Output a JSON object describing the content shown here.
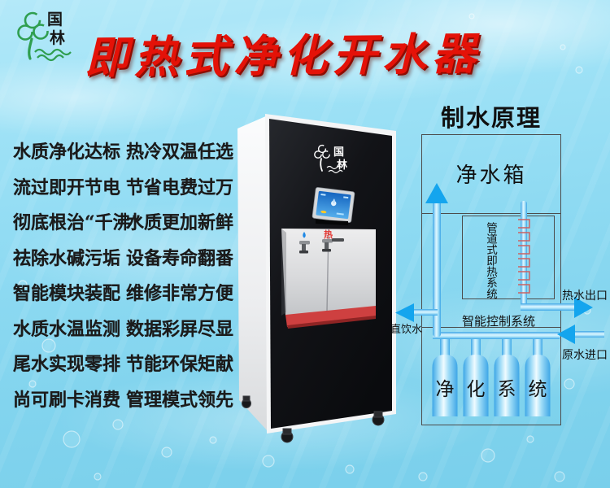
{
  "brand": {
    "char1": "国",
    "char2": "林"
  },
  "title": "即热式净化开水器",
  "features": {
    "col1": [
      "水质净化达标",
      "流过即开节电",
      "彻底根治“千沸”",
      "祛除水碱污垢",
      "智能模块装配",
      "水质水温监测",
      "尾水实现零排",
      "尚可刷卡消费"
    ],
    "col2": [
      "热冷双温任选",
      "节省电费过万",
      "水质更加新鲜",
      "设备寿命翻番",
      "维修非常方便",
      "数据彩屏尽显",
      "节能环保矩献",
      "管理模式领先"
    ]
  },
  "machine": {
    "logo_char1": "国",
    "logo_char2": "林",
    "hot_label": "热"
  },
  "diagram": {
    "title": "制水原理",
    "tank_label": "净水箱",
    "heater_label": "管道式即热系统",
    "control_label": "智能控制系统",
    "hot_out_label": "热水出口",
    "direct_label": "直饮水",
    "raw_in_label": "原水进口",
    "filter_chars": [
      "净",
      "化",
      "系",
      "统"
    ]
  },
  "colors": {
    "title_red": "#e41208",
    "logo_green": "#2f9e4f",
    "arrow_blue": "#14a5ee",
    "machine_black": "#131418",
    "alcove_red": "#ce4040"
  }
}
